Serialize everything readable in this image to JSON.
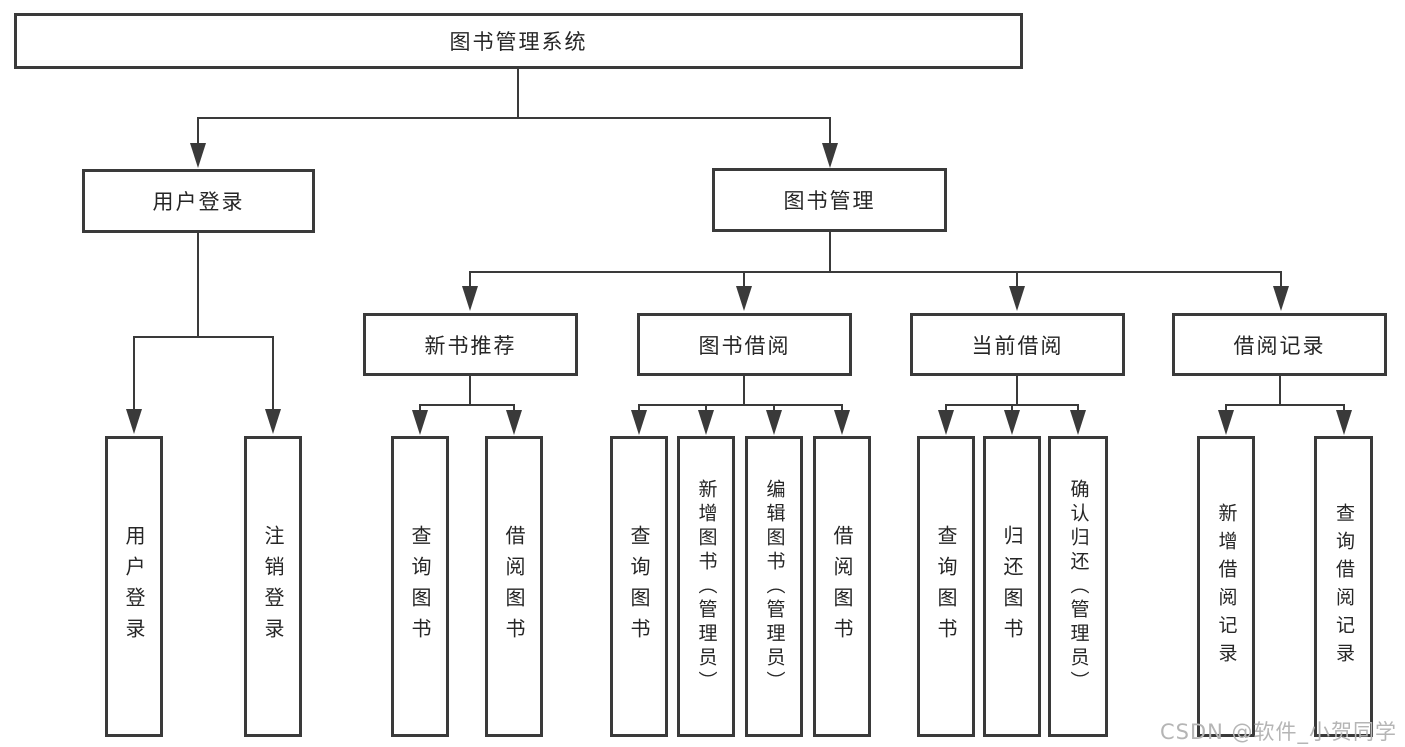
{
  "diagram": {
    "type": "hierarchy",
    "colors": {
      "line": "#3a3a3a",
      "box_border": "#3a3a3a",
      "box_fill": "#ffffff",
      "text": "#262626",
      "watermark": "#b5b5b5",
      "background": "#ffffff"
    },
    "tree": {
      "label": "图书管理系统",
      "children": [
        {
          "label": "用户登录",
          "children": [
            {
              "label": "用户登录"
            },
            {
              "label": "注销登录"
            }
          ]
        },
        {
          "label": "图书管理",
          "children": [
            {
              "label": "新书推荐",
              "children": [
                {
                  "label": "查询图书"
                },
                {
                  "label": "借阅图书"
                }
              ]
            },
            {
              "label": "图书借阅",
              "children": [
                {
                  "label": "查询图书"
                },
                {
                  "label": "新增图书（管理员）"
                },
                {
                  "label": "编辑图书（管理员）"
                },
                {
                  "label": "借阅图书"
                }
              ]
            },
            {
              "label": "当前借阅",
              "children": [
                {
                  "label": "查询图书"
                },
                {
                  "label": "归还图书"
                },
                {
                  "label": "确认归还（管理员）"
                }
              ]
            },
            {
              "label": "借阅记录",
              "children": [
                {
                  "label": "新增借阅记录"
                },
                {
                  "label": "查询借阅记录"
                }
              ]
            }
          ]
        }
      ]
    }
  },
  "watermark": {
    "text": "CSDN @软件_小贺同学"
  }
}
